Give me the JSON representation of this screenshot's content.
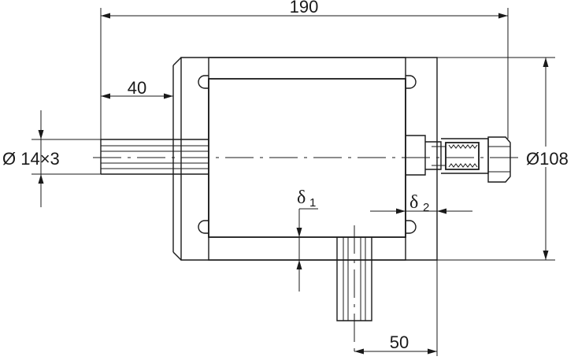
{
  "dimensions": {
    "overall_length": "190",
    "inlet_offset": "40",
    "inlet_pipe": "Ø 14×3",
    "diameter": "Ø108",
    "outlet_offset": "50"
  },
  "gaps": {
    "delta1": {
      "symbol": "δ",
      "subscript": "1"
    },
    "delta2": {
      "symbol": "δ",
      "subscript": "2"
    }
  }
}
